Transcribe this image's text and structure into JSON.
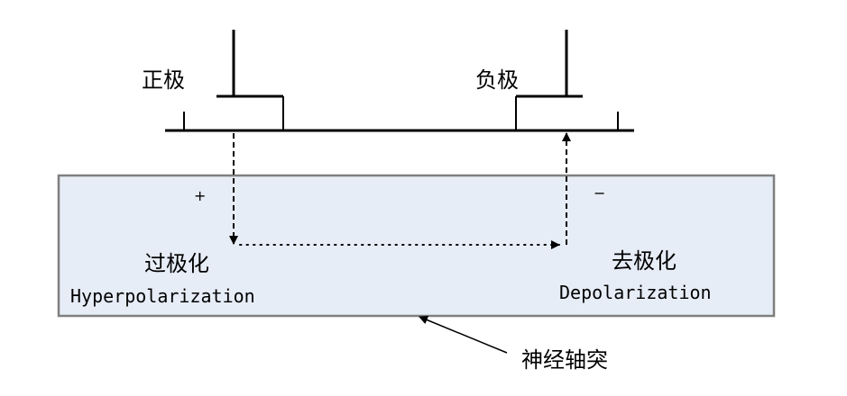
{
  "electrodes": {
    "positive_label": "正极",
    "negative_label": "负极"
  },
  "axon": {
    "label": "神经轴突",
    "fill_color": "#e7edf7",
    "border_color": "#7f7f7f",
    "plus_sign": "+",
    "minus_sign": "−"
  },
  "regions": {
    "hyper_cn": "过极化",
    "hyper_en": "Hyperpolarization",
    "depol_cn": "去极化",
    "depol_en": "Depolarization"
  }
}
